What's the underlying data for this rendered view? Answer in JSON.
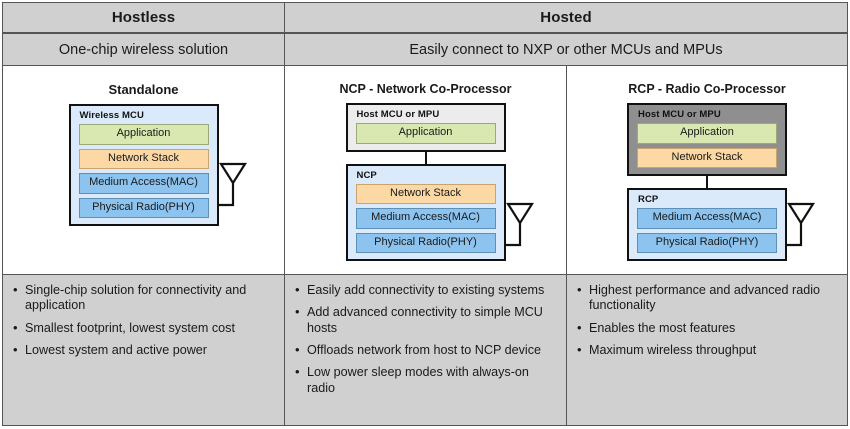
{
  "header": {
    "row1": {
      "left": "Hostless",
      "right": "Hosted"
    },
    "row2": {
      "left": "One-chip wireless solution",
      "right": "Easily connect to NXP or other MCUs and MPUs"
    }
  },
  "columns": [
    {
      "id": "standalone",
      "title": "Standalone",
      "boxes": [
        {
          "label": "Wireless MCU",
          "fill": "#dbeafa",
          "layers": [
            {
              "name": "Application",
              "color": "#d9e8b0"
            },
            {
              "name": "Network Stack",
              "color": "#fbd8a4"
            },
            {
              "name": "Medium Access(MAC)",
              "color": "#8cc3ef"
            },
            {
              "name": "Physical Radio(PHY)",
              "color": "#8cc3ef"
            }
          ]
        }
      ],
      "antenna": "antenna-icon",
      "bullets": [
        "Single-chip solution for connectivity and application",
        "Smallest footprint, lowest system cost",
        "Lowest system and active power"
      ]
    },
    {
      "id": "ncp",
      "title": "NCP - Network Co-Processor",
      "boxes": [
        {
          "label": "Host MCU or MPU",
          "fill": "#ececec",
          "layers": [
            {
              "name": "Application",
              "color": "#d9e8b0"
            }
          ]
        },
        {
          "label": "NCP",
          "fill": "#dbeafa",
          "layers": [
            {
              "name": "Network Stack",
              "color": "#fbd8a4"
            },
            {
              "name": "Medium Access(MAC)",
              "color": "#8cc3ef"
            },
            {
              "name": "Physical Radio(PHY)",
              "color": "#8cc3ef"
            }
          ]
        }
      ],
      "antenna": "antenna-icon",
      "bullets": [
        "Easily add connectivity to existing systems",
        "Add advanced connectivity to simple MCU hosts",
        "Offloads network from host to NCP device",
        "Low power sleep modes with always-on radio"
      ]
    },
    {
      "id": "rcp",
      "title": "RCP - Radio Co-Processor",
      "boxes": [
        {
          "label": "Host MCU or MPU",
          "fill": "#8f8f8f",
          "layers": [
            {
              "name": "Application",
              "color": "#d9e8b0"
            },
            {
              "name": "Network Stack",
              "color": "#fbd8a4"
            }
          ]
        },
        {
          "label": "RCP",
          "fill": "#dbeafa",
          "layers": [
            {
              "name": "Medium Access(MAC)",
              "color": "#8cc3ef"
            },
            {
              "name": "Physical Radio(PHY)",
              "color": "#8cc3ef"
            }
          ]
        }
      ],
      "antenna": "antenna-icon",
      "bullets": [
        "Highest performance and advanced radio functionality",
        "Enables the most features",
        "Maximum wireless throughput"
      ]
    }
  ],
  "colors": {
    "header_bg": "#d0d0d0",
    "bullet_bg": "#d0d0d0",
    "border": "#555555",
    "box_border": "#111111",
    "application": "#d9e8b0",
    "network_stack": "#fbd8a4",
    "radio": "#8cc3ef",
    "chip_bg": "#dbeafa",
    "host_light": "#ececec",
    "host_dark": "#8f8f8f"
  }
}
